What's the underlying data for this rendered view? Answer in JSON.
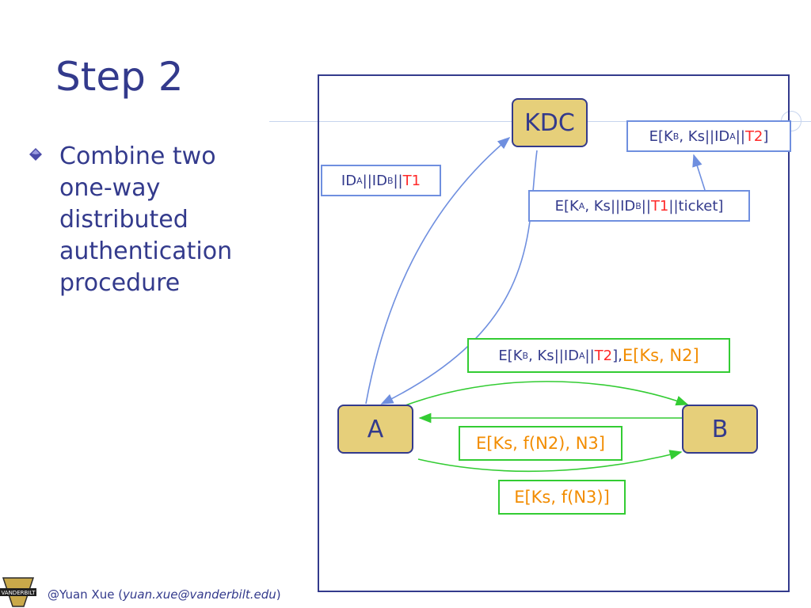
{
  "slide": {
    "title": "Step 2",
    "bullet": "Combine two one-way distributed authentication procedure"
  },
  "nodes": {
    "kdc": "KDC",
    "a": "A",
    "b": "B"
  },
  "messages": {
    "to_kdc": {
      "id": "ID",
      "sub_a": "A",
      "sep1": "||",
      "id2": "ID",
      "sub_b": "B",
      "sep2": "||",
      "t": "T1"
    },
    "kdc_to_b": {
      "prefix": "E[K",
      "sub": "B",
      "mid": ", Ks||ID",
      "sub2": "A",
      "sep": "||",
      "t": "T2",
      "end": "]"
    },
    "kdc_to_a": {
      "prefix": "E[K",
      "sub": "A",
      "mid": ", Ks||ID",
      "sub2": "B",
      "sep": "||",
      "t": "T1",
      "end": "||ticket]"
    },
    "a_to_b": {
      "prefix": "E[K",
      "sub": "B",
      "mid": ", Ks||ID",
      "sub2": "A",
      "sep": " ||",
      "t": "T2",
      "end": "],",
      "extra": " E[Ks, N2]"
    },
    "b_to_a": "E[Ks, f(N2), N3]",
    "a_to_b_final": "E[Ks, f(N3)]"
  },
  "footer": {
    "author": "@Yuan Xue (",
    "email": "yuan.xue@vanderbilt.edu",
    "close": ")",
    "logo_text": "VANDERBILT"
  },
  "colors": {
    "title": "#333a8c",
    "node_fill": "#e6cf7a",
    "blue_arrow": "#6f8fdf",
    "green_arrow": "#33cc33",
    "accent_red": "#ff2a2a",
    "accent_orange": "#f28c00"
  },
  "icons": {
    "bullet": "diamond-bullet-icon",
    "logo": "vanderbilt-logo-icon"
  }
}
